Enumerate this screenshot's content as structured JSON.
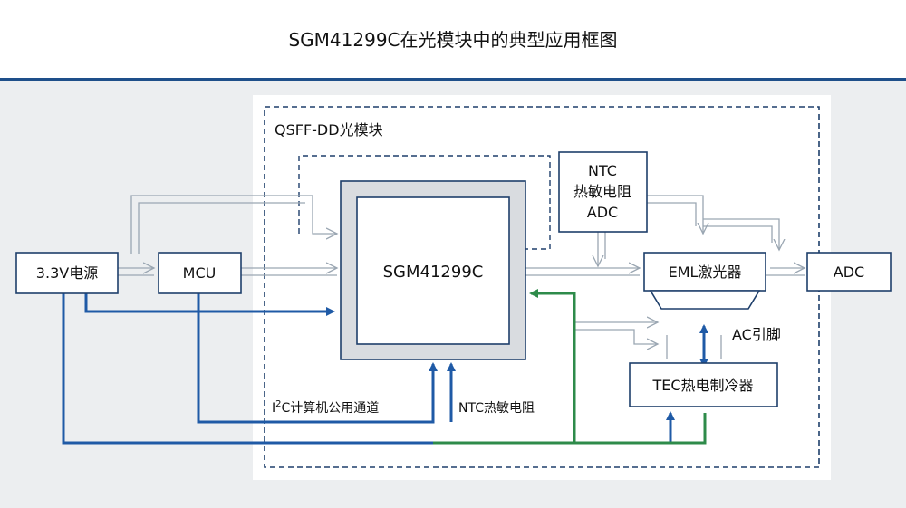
{
  "title": "SGM41299C在光模块中的典型应用框图",
  "module_label": "QSFF-DD光模块",
  "blocks": {
    "power": "3.3V电源",
    "mcu": "MCU",
    "chip": "SGM41299C",
    "ntc_adc_line1": "NTC",
    "ntc_adc_line2": "热敏电阻",
    "ntc_adc_line3": "ADC",
    "eml": "EML激光器",
    "adc": "ADC",
    "tec": "TEC热电制冷器"
  },
  "labels": {
    "ac_pin": "AC引脚",
    "i2c_prefix": "I",
    "i2c_sup": "2",
    "i2c_suffix": "C计算机公用通道",
    "ntc_resistor": "NTC热敏电阻"
  },
  "colors": {
    "blue": "#1f5aa6",
    "green": "#2e8b4a",
    "outline": "#1e3f6b",
    "rule": "#1e4f8a",
    "hollow": "#9aa6b2"
  }
}
